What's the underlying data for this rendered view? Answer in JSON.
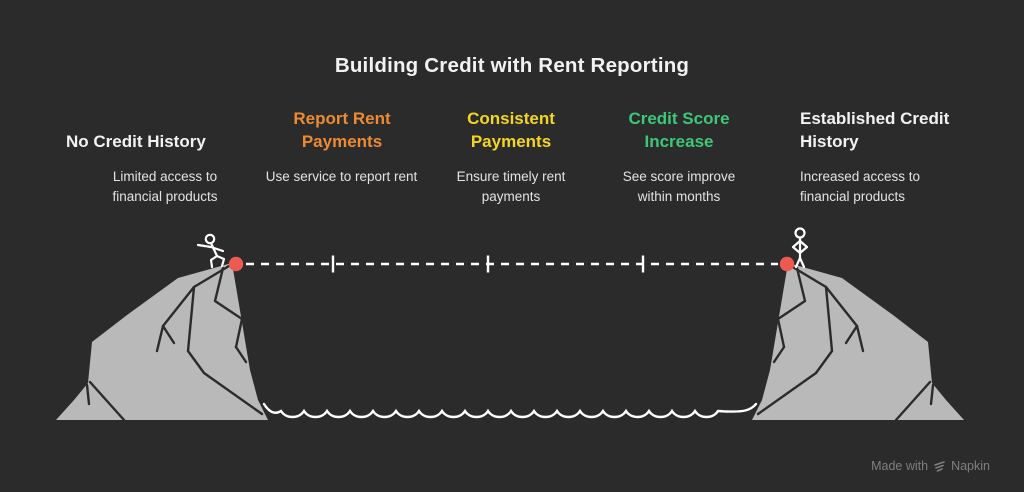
{
  "title": "Building Credit with Rent Reporting",
  "steps": [
    {
      "title": "No Credit History",
      "subtitle": "Limited access to financial products",
      "color": "#F2F2F2"
    },
    {
      "title": "Report Rent Payments",
      "subtitle": "Use service to report rent",
      "color": "#EC8B33"
    },
    {
      "title": "Consistent Payments",
      "subtitle": "Ensure timely rent payments",
      "color": "#F4D523"
    },
    {
      "title": "Credit Score Increase",
      "subtitle": "See score improve within months",
      "color": "#3CC878"
    },
    {
      "title": "Established Credit History",
      "subtitle": "Increased access to financial products",
      "color": "#F2F2F2"
    }
  ],
  "colors": {
    "background": "#2B2B2B",
    "title": "#F2F2F2",
    "subtitle": "#E3E3E3",
    "cliff_fill": "#B9B9B9",
    "cliff_lines": "#2B2B2B",
    "rope": "#FFFFFF",
    "figure": "#FFFFFF",
    "wave": "#FFFFFF",
    "dot": "#EE5A4F",
    "watermark": "#7F7F7F"
  },
  "watermark": {
    "text": "Made with",
    "brand": "Napkin"
  }
}
